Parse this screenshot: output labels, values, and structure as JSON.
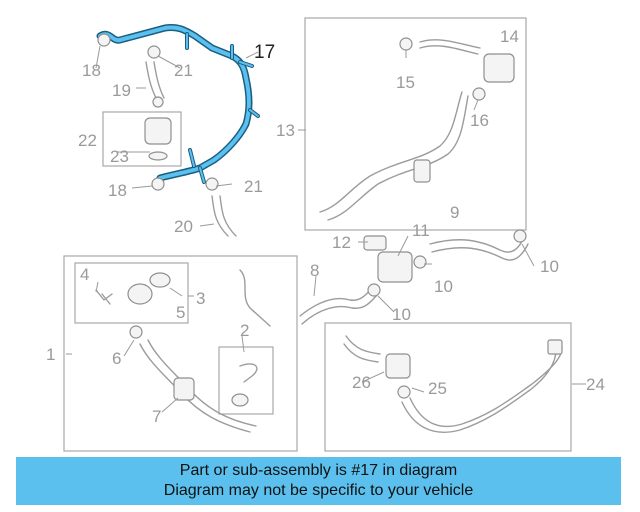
{
  "colors": {
    "highlight": "#5bc0ee",
    "highlight_stroke": "#1a5f82",
    "part_line": "#9c9c9c",
    "label_text": "#9a9a9a"
  },
  "highlighted_part": "17",
  "callouts": {
    "c1": "1",
    "c2": "2",
    "c3": "3",
    "c4": "4",
    "c5": "5",
    "c6": "6",
    "c7": "7",
    "c8": "8",
    "c9": "9",
    "c10a": "10",
    "c10b": "10",
    "c10c": "10",
    "c11": "11",
    "c12": "12",
    "c13": "13",
    "c14": "14",
    "c15": "15",
    "c16": "16",
    "c17": "17",
    "c18a": "18",
    "c18b": "18",
    "c19": "19",
    "c20": "20",
    "c21a": "21",
    "c21b": "21",
    "c22": "22",
    "c23": "23",
    "c24": "24",
    "c25": "25",
    "c26": "26"
  },
  "caption": {
    "line1": "Part or sub-assembly is #17 in diagram",
    "line2": "Diagram may not be specific to your vehicle"
  }
}
